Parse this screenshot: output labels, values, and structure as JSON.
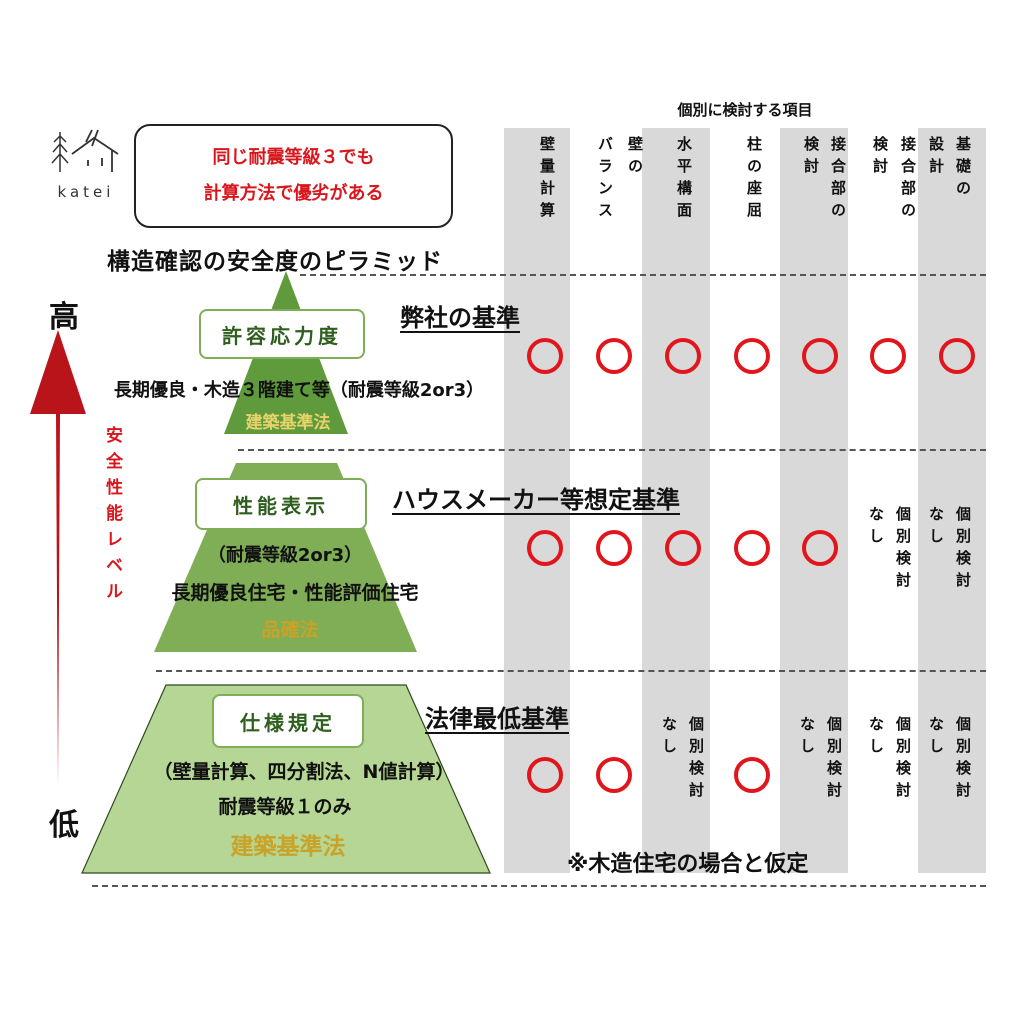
{
  "logo": {
    "text": "katei"
  },
  "callout": {
    "line1": "同じ耐震等級３でも",
    "line2": "計算方法で優劣がある"
  },
  "title": "構造確認の安全度のピラミッド",
  "header": "個別に検討する項目",
  "columns": [
    {
      "lines": [
        "壁量計算"
      ]
    },
    {
      "lines": [
        "壁の",
        "バランス"
      ]
    },
    {
      "lines": [
        "水平構面"
      ]
    },
    {
      "lines": [
        "柱の座屈"
      ]
    },
    {
      "lines": [
        "接合部の",
        "検討"
      ]
    },
    {
      "lines": [
        "接合部の",
        "検討"
      ]
    },
    {
      "lines": [
        "基礎の",
        "設計"
      ]
    }
  ],
  "axis": {
    "high": "高",
    "low": "低",
    "label": "安全性能レベル"
  },
  "levels": [
    {
      "label": "許容応力度",
      "desc1": "長期優良・木造３階建て等（耐震等級2or3）",
      "law": "建築基準法",
      "standard": "弊社の基準",
      "cells": [
        "○",
        "○",
        "○",
        "○",
        "○",
        "○",
        "○"
      ]
    },
    {
      "label": "性能表示",
      "desc1": "（耐震等級2or3）",
      "desc2": "長期優良住宅・性能評価住宅",
      "law": "品確法",
      "standard": "ハウスメーカー等想定基準",
      "cells": [
        "○",
        "○",
        "○",
        "○",
        "○",
        "なし",
        "なし"
      ],
      "separate": [
        "個別検討",
        "なし"
      ]
    },
    {
      "label": "仕様規定",
      "desc1": "（壁量計算、四分割法、N値計算）",
      "desc2": "耐震等級１のみ",
      "law": "建築基準法",
      "standard": "法律最低基準",
      "cells": [
        "○",
        "○",
        "なし",
        "○",
        "なし",
        "なし",
        "なし"
      ]
    }
  ],
  "footnote": "※木造住宅の場合と仮定",
  "colors": {
    "red": "#e0161c",
    "green_top": "#5f9a3c",
    "green_mid": "#7fae56",
    "green_bot": "#b5d694",
    "column_bg": "#d9d9d9",
    "law_gold": "#c9a227",
    "law_top": "#e8d36a"
  }
}
